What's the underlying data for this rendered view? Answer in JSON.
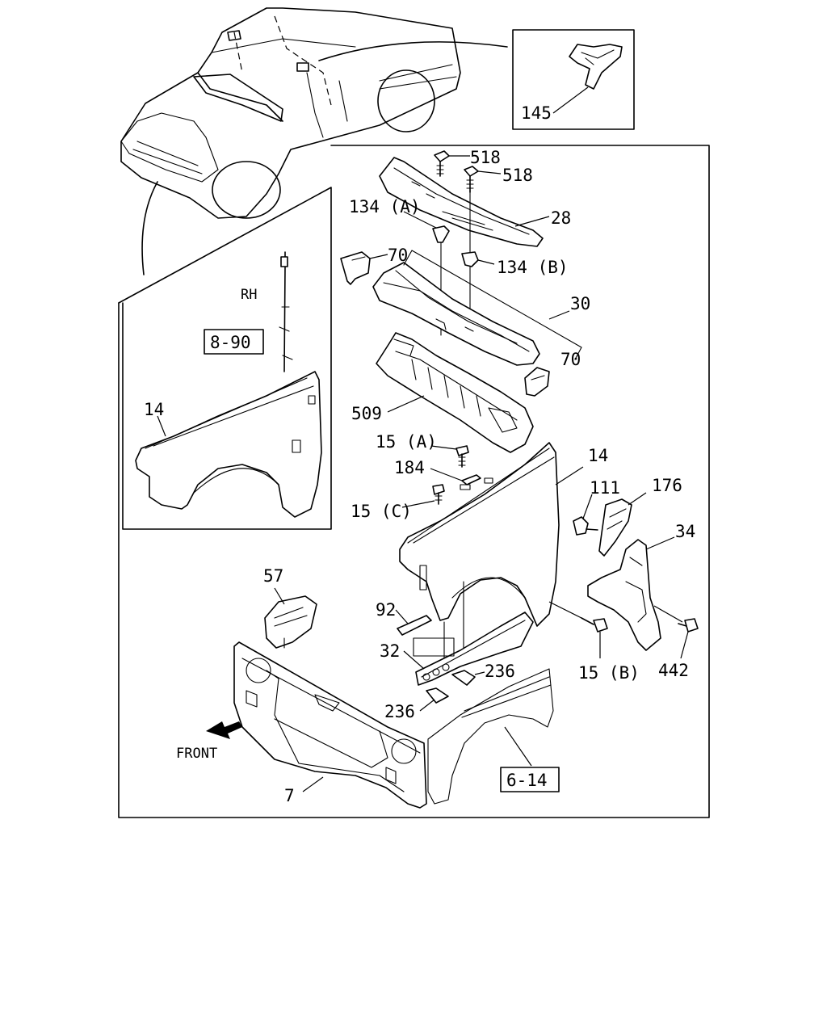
{
  "labels": {
    "l518a": "518",
    "l518b": "518",
    "l28": "28",
    "l134a": "134 (A)",
    "l134b": "134 (B)",
    "l70a": "70",
    "l70b": "70",
    "l30": "30",
    "l509": "509",
    "l15a": "15 (A)",
    "l184": "184",
    "l15c": "15 (C)",
    "l14r": "14",
    "l111": "111",
    "l176": "176",
    "l34": "34",
    "l57": "57",
    "l92": "92",
    "l32": "32",
    "l236a": "236",
    "l236b": "236",
    "l15b": "15 (B)",
    "l442": "442",
    "l7": "7",
    "l145": "145",
    "l14l": "14",
    "rh": "RH",
    "front": "FRONT",
    "ref890": "8-90",
    "ref614": "6-14"
  }
}
